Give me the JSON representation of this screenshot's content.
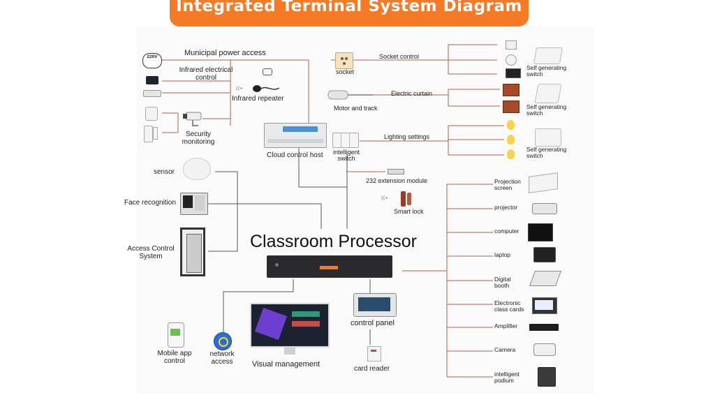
{
  "title": "Integrated Terminal System Diagram",
  "processor": "Classroom Processor",
  "left": {
    "power": "Municipal power access",
    "infrared": "Infrared electrical\ncontrol",
    "repeater": "Infrared repeater",
    "security": "Security\nmonitoring",
    "host": "Cloud control host",
    "power_badge": "220V"
  },
  "middle": {
    "socket": "socket",
    "socket_control": "Socket control",
    "motor": "Motor and track",
    "motor_label": "Electric curtain",
    "switch": "intelligent\nswitch",
    "lighting": "Lighting settings",
    "extension": "232 extension module",
    "smart_lock": "Smart lock"
  },
  "right_top": {
    "self_gen_1": "Self generating\nswitch",
    "self_gen_2": "Self generating\nswitch",
    "self_gen_3": "Self generating\nswitch"
  },
  "left_mid": {
    "sensor": "sensor",
    "face": "Face recognition",
    "access": "Access Control\nSystem"
  },
  "bottom": {
    "mobile": "Mobile app\ncontrol",
    "network": "network\naccess",
    "visual": "Visual management",
    "control_panel": "control panel",
    "card_reader": "card reader"
  },
  "devices": [
    "Projection\nscreen",
    "projector",
    "computer",
    "laptop",
    "Digital\nbooth",
    "Electronic\nclass cards",
    "Amplifier",
    "Camera",
    "intelligent\npodium"
  ],
  "colors": {
    "banner": "#f47a26",
    "line_red": "#b06048",
    "line_gray": "#555555"
  }
}
